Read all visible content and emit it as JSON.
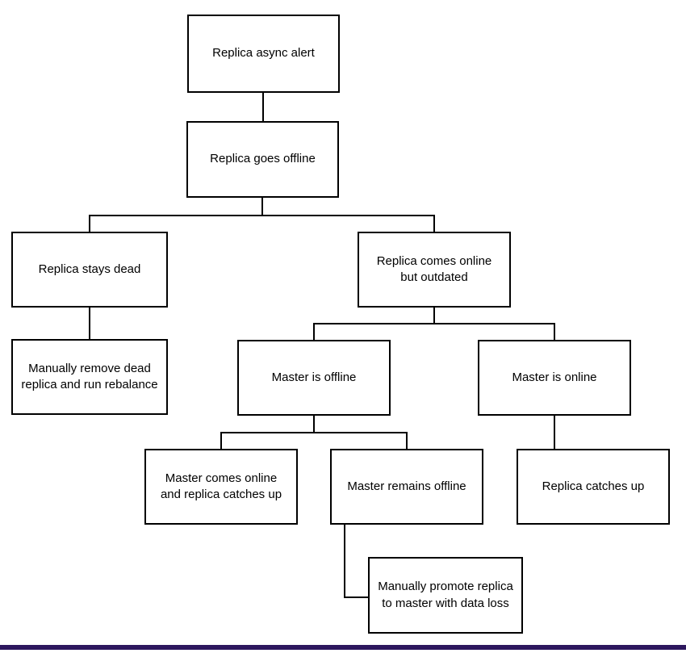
{
  "diagram": {
    "type": "flowchart",
    "nodes": [
      {
        "id": "replica-async-alert",
        "label": "Replica async alert"
      },
      {
        "id": "replica-goes-offline",
        "label": "Replica goes offline"
      },
      {
        "id": "replica-stays-dead",
        "label": "Replica stays dead"
      },
      {
        "id": "replica-comes-online-but-outdated",
        "label": "Replica comes online but outdated"
      },
      {
        "id": "manually-remove-dead-replica-and-run-rebalance",
        "label": "Manually remove dead replica and run rebalance"
      },
      {
        "id": "master-is-offline",
        "label": "Master is offline"
      },
      {
        "id": "master-is-online",
        "label": "Master is online"
      },
      {
        "id": "master-comes-online-and-replica-catches-up",
        "label": "Master comes online and replica catches up"
      },
      {
        "id": "master-remains-offline",
        "label": "Master remains offline"
      },
      {
        "id": "replica-catches-up",
        "label": "Replica catches up"
      },
      {
        "id": "manually-promote-replica-to-master-with-data-loss",
        "label": "Manually promote replica to master with data loss"
      }
    ],
    "edges": [
      {
        "from": "replica-async-alert",
        "to": "replica-goes-offline"
      },
      {
        "from": "replica-goes-offline",
        "to": "replica-stays-dead"
      },
      {
        "from": "replica-goes-offline",
        "to": "replica-comes-online-but-outdated"
      },
      {
        "from": "replica-stays-dead",
        "to": "manually-remove-dead-replica-and-run-rebalance"
      },
      {
        "from": "replica-comes-online-but-outdated",
        "to": "master-is-offline"
      },
      {
        "from": "replica-comes-online-but-outdated",
        "to": "master-is-online"
      },
      {
        "from": "master-is-offline",
        "to": "master-comes-online-and-replica-catches-up"
      },
      {
        "from": "master-is-offline",
        "to": "master-remains-offline"
      },
      {
        "from": "master-is-online",
        "to": "replica-catches-up"
      },
      {
        "from": "master-remains-offline",
        "to": "manually-promote-replica-to-master-with-data-loss"
      }
    ],
    "colors": {
      "node_fill": "#ffffff",
      "node_border": "#000000",
      "connector": "#000000",
      "bottom_bar": "#2d175e"
    }
  }
}
